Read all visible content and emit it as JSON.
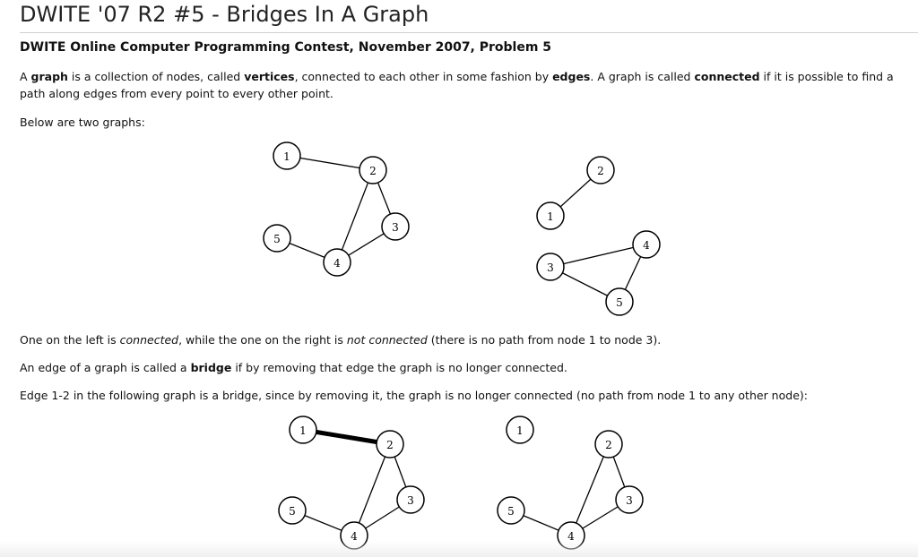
{
  "header": {
    "title": "DWITE '07 R2 #5 - Bridges In A Graph",
    "subtitle": "DWITE Online Computer Programming Contest, November 2007, Problem 5"
  },
  "intro": {
    "t1": "A ",
    "graph": "graph",
    "t2": " is a collection of nodes, called ",
    "vertices": "vertices",
    "t3": ", connected to each other in some fashion by ",
    "edges": "edges",
    "t4": ". A graph is called ",
    "connected": "connected",
    "t5": " if it is possible to find a path along edges from every point to every other point."
  },
  "below": "Below are two graphs:",
  "compare": {
    "t1": "One on the left is ",
    "connected": "connected",
    "t2": ", while the one on the right is ",
    "not_connected": "not connected",
    "t3": " (there is no path from node 1 to node 3)."
  },
  "bridge_def": {
    "t1": "An edge of a graph is called a ",
    "bridge": "bridge",
    "t2": " if by removing that edge the graph is no longer connected."
  },
  "example": "Edge 1-2 in the following graph is a bridge, since by removing it, the graph is no longer connected (no path from node 1 to any other node):",
  "graphs": {
    "top_left": {
      "edges": [
        "1-2",
        "2-3",
        "2-4",
        "3-4",
        "4-5"
      ]
    },
    "top_right": {
      "edges": [
        "1-2",
        "3-4",
        "3-5",
        "4-5"
      ]
    },
    "bottom_left": {
      "edges": [
        "1-2",
        "2-3",
        "2-4",
        "3-4",
        "4-5"
      ],
      "bridge": "1-2"
    },
    "bottom_right": {
      "edges": [
        "2-3",
        "2-4",
        "3-4",
        "4-5"
      ]
    }
  }
}
